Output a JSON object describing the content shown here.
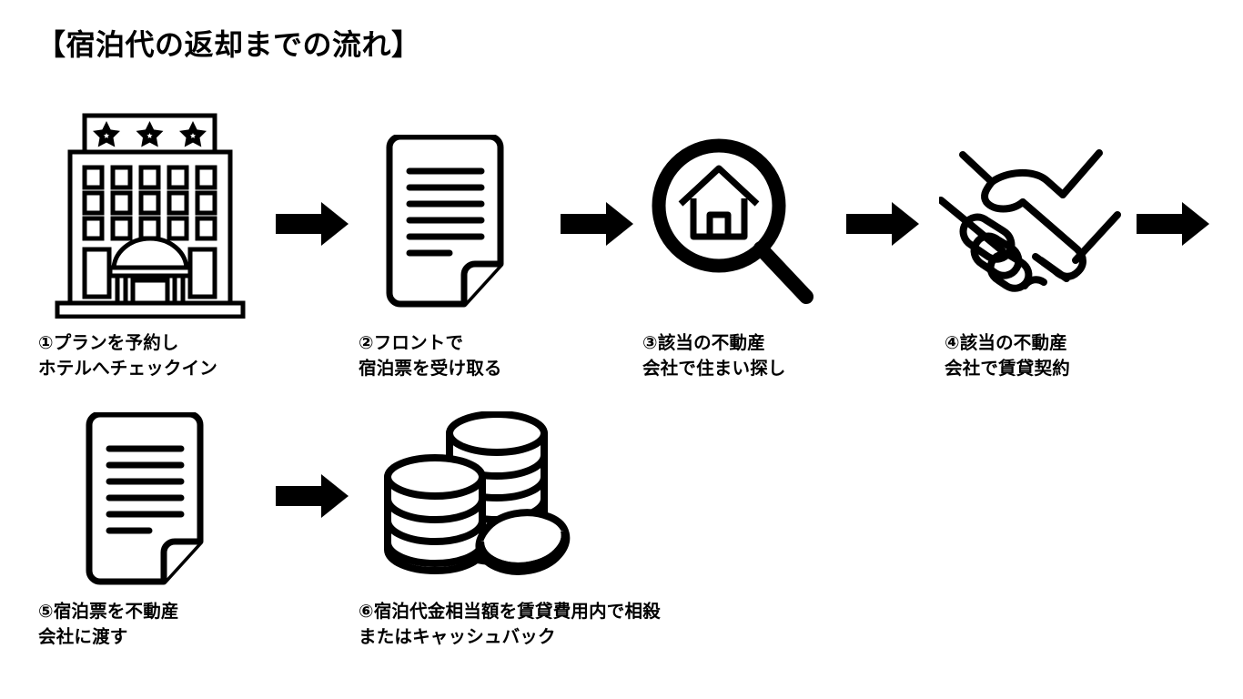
{
  "document": {
    "title": "【宿泊代の返却までの流れ】",
    "background_color": "#ffffff",
    "ink_color": "#000000"
  },
  "flow": {
    "steps": [
      {
        "id": "step-1",
        "icon": "hotel-building-icon",
        "label_line1": "①プランを予約し",
        "label_line2": "ホテルへチェックイン"
      },
      {
        "id": "step-2",
        "icon": "document-icon",
        "label_line1": "②フロントで",
        "label_line2": "宿泊票を受け取る"
      },
      {
        "id": "step-3",
        "icon": "house-search-icon",
        "label_line1": "③該当の不動産",
        "label_line2": "会社で住まい探し"
      },
      {
        "id": "step-4",
        "icon": "handshake-icon",
        "label_line1": "④該当の不動産",
        "label_line2": "会社で賃貸契約"
      },
      {
        "id": "step-5",
        "icon": "document-icon",
        "label_line1": "⑤宿泊票を不動産",
        "label_line2": "会社に渡す"
      },
      {
        "id": "step-6",
        "icon": "coins-stack-icon",
        "label_line1": "⑥宿泊代金相当額を賃貸費用内で相殺",
        "label_line2": "またはキャッシュバック"
      }
    ],
    "arrows": [
      {
        "id": "arrow-1",
        "icon": "arrow-right-icon"
      },
      {
        "id": "arrow-2",
        "icon": "arrow-right-icon"
      },
      {
        "id": "arrow-3",
        "icon": "arrow-right-icon"
      },
      {
        "id": "arrow-4",
        "icon": "arrow-right-icon"
      },
      {
        "id": "arrow-5",
        "icon": "arrow-right-icon"
      }
    ]
  }
}
